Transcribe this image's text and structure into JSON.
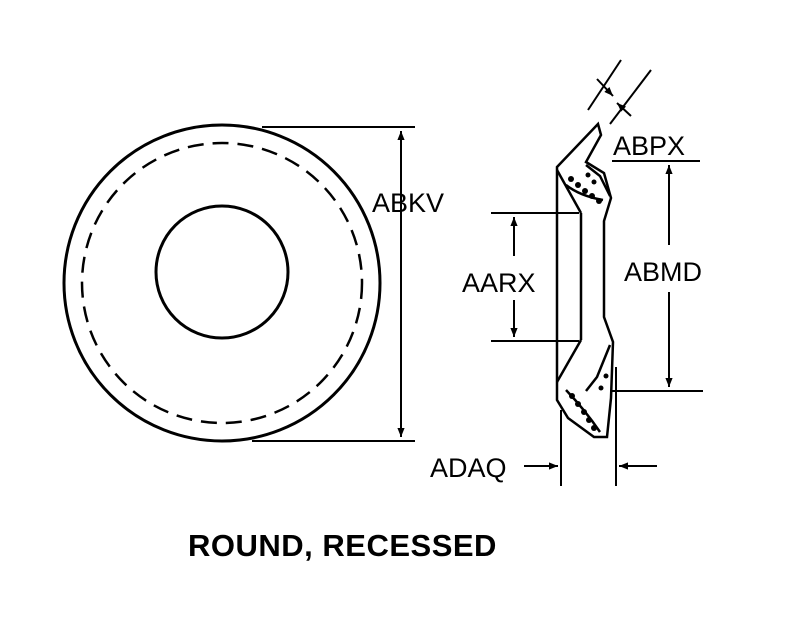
{
  "labels": {
    "abkv": "ABKV",
    "abpx": "ABPX",
    "aarx": "AARX",
    "abmd": "ABMD",
    "adaq": "ADAQ"
  },
  "caption": "ROUND, RECESSED",
  "colors": {
    "ink": "#000000",
    "paper": "#ffffff"
  }
}
